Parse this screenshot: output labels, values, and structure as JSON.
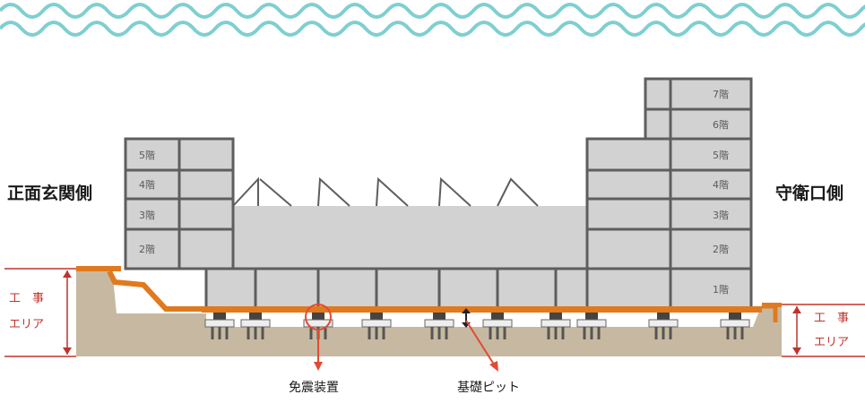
{
  "colors": {
    "wave": "#7fcfd0",
    "building": "#d2d2d2",
    "frame": "#5e5e5e",
    "ground": "#c7b9a1",
    "foundation": "#e07a1f",
    "zone_bracket": "#c0332b",
    "callout_arrow": "#e24a33"
  },
  "labels": {
    "front_side": "正面玄関側",
    "guard_side": "守衛口側",
    "work_area_left_1": "工　事",
    "work_area_left_2": "エリア",
    "work_area_right_1": "工　事",
    "work_area_right_2": "エリア",
    "seismic_device": "免震装置",
    "foundation_pit": "基礎ピット"
  },
  "left_wing_floors": [
    "5階",
    "4階",
    "3階",
    "2階"
  ],
  "right_wing_floors": [
    "7階",
    "6階",
    "5階",
    "4階",
    "3階",
    "2階",
    "1階"
  ]
}
